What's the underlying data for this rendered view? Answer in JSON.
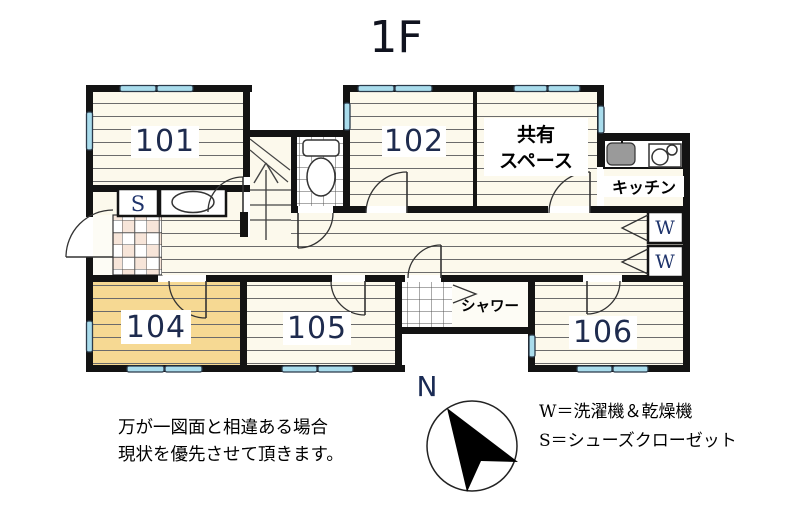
{
  "title": "1F",
  "compass": {
    "north_label": "N"
  },
  "rooms": {
    "r101": {
      "label": "101"
    },
    "r102": {
      "label": "102"
    },
    "r104": {
      "label": "104"
    },
    "r105": {
      "label": "105"
    },
    "r106": {
      "label": "106"
    },
    "shared": {
      "line1": "共有",
      "line2": "スペース"
    },
    "kitchen": {
      "label": "キッチン"
    },
    "shower": {
      "label": "シャワー"
    }
  },
  "closets": {
    "shoe_label": "S",
    "washer_top_label": "W",
    "washer_bottom_label": "W"
  },
  "legend": {
    "washer": "W＝洗濯機＆乾燥機",
    "shoe": "S＝シューズクローゼット"
  },
  "disclaimer": {
    "line1": "万が一図面と相違ある場合",
    "line2": "現状を優先させて頂きます。"
  },
  "colors": {
    "wall": "#131313",
    "window": "#a9dcec",
    "floor": "#fcf9ec",
    "floor_104": "#f6d993",
    "tile_pink": "#f7e5d9",
    "label_text": "#1e2b4e"
  }
}
